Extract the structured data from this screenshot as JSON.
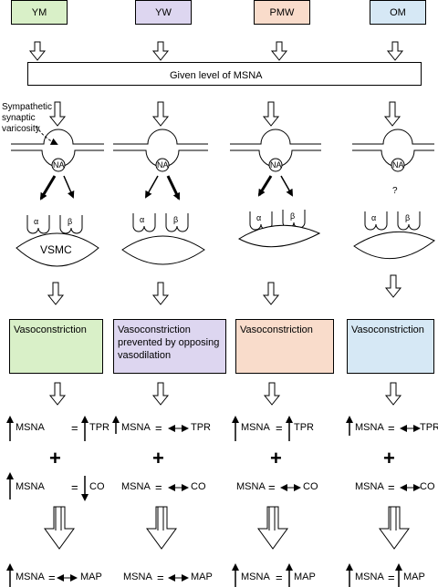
{
  "groups": [
    {
      "label": "YM",
      "color": "#d9f0c8"
    },
    {
      "label": "YW",
      "color": "#ddd6f0"
    },
    {
      "label": "PMW",
      "color": "#f9dccb"
    },
    {
      "label": "OM",
      "color": "#d6e8f5"
    }
  ],
  "msna_level_label": "Given level of MSNA",
  "varicosity_label": "Sympathetic synaptic varicosity",
  "na_label": "NA",
  "alpha_label": "α",
  "beta_label": "β",
  "vsmc_label": "VSMC",
  "unknown_label": "?",
  "outcomes": [
    "Vasoconstriction",
    "Vasoconstriction prevented by opposing vasodilation",
    "Vasoconstriction",
    "Vasoconstriction"
  ],
  "msna_label": "MSNA",
  "eq_sign": "=",
  "plus_sign": "+",
  "tpr_label": "TPR",
  "co_label": "CO",
  "map_label": "MAP"
}
